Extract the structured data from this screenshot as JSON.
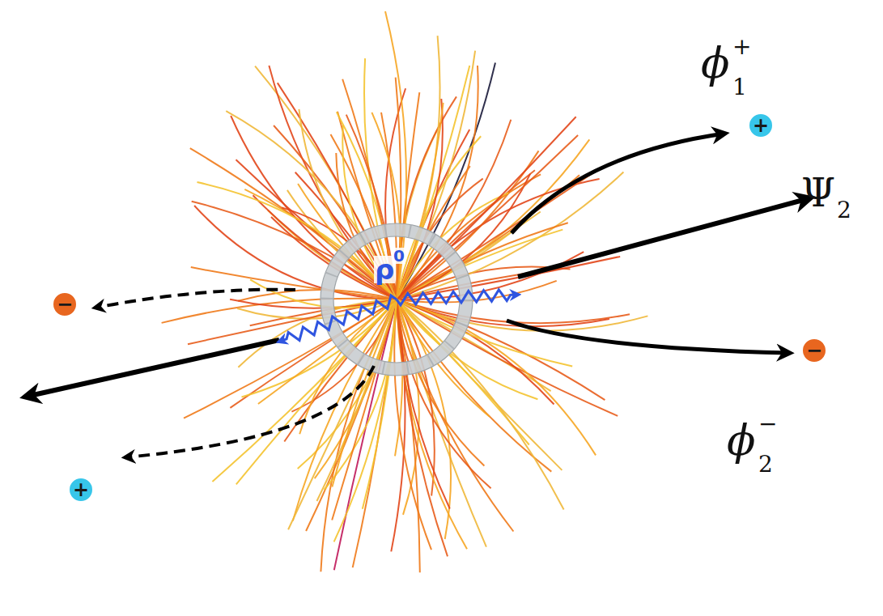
{
  "diagram": {
    "nodes": [
      {
        "text": [
          "+"
        ]
      },
      {
        "text": [
          "−"
        ]
      },
      {
        "text": [
          "−"
        ]
      },
      {
        "text": [
          "+"
        ]
      }
    ],
    "labels": [
      "ϕ",
      "1",
      "+",
      "Ψ",
      "2",
      "ϕ",
      "2",
      "−",
      "ρ",
      "0"
    ]
  }
}
